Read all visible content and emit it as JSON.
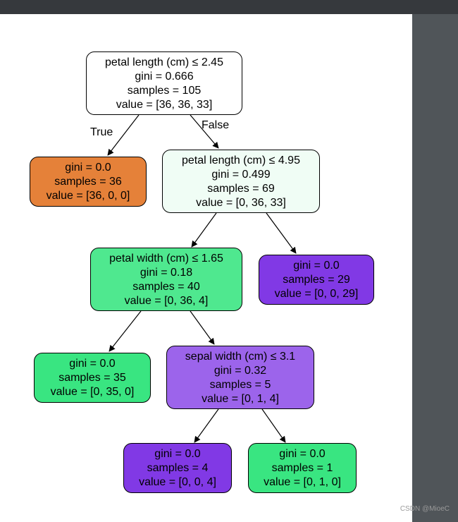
{
  "theme": {
    "orange": "#e58139",
    "green": "#39e581",
    "green_light": "#4fe88f",
    "purple": "#8139e5",
    "purple_light": "#9c64eb",
    "white": "#ffffff",
    "green_pale": "#f0fdf5"
  },
  "tree": {
    "root": {
      "condition": "petal length (cm) ≤ 2.45",
      "gini": "gini = 0.666",
      "samples": "samples = 105",
      "value": "value = [36, 36, 33]"
    },
    "edge_true": "True",
    "edge_false": "False",
    "left_leaf": {
      "gini": "gini = 0.0",
      "samples": "samples = 36",
      "value": "value = [36, 0, 0]"
    },
    "node_2": {
      "condition": "petal length (cm) ≤ 4.95",
      "gini": "gini = 0.499",
      "samples": "samples = 69",
      "value": "value = [0, 36, 33]"
    },
    "node_3": {
      "condition": "petal width (cm) ≤ 1.65",
      "gini": "gini = 0.18",
      "samples": "samples = 40",
      "value": "value = [0, 36, 4]"
    },
    "leaf_4": {
      "gini": "gini = 0.0",
      "samples": "samples = 29",
      "value": "value = [0, 0, 29]"
    },
    "leaf_5": {
      "gini": "gini = 0.0",
      "samples": "samples = 35",
      "value": "value = [0, 35, 0]"
    },
    "node_6": {
      "condition": "sepal width (cm) ≤ 3.1",
      "gini": "gini = 0.32",
      "samples": "samples = 5",
      "value": "value = [0, 1, 4]"
    },
    "leaf_7": {
      "gini": "gini = 0.0",
      "samples": "samples = 4",
      "value": "value = [0, 0, 4]"
    },
    "leaf_8": {
      "gini": "gini = 0.0",
      "samples": "samples = 1",
      "value": "value = [0, 1, 0]"
    }
  },
  "watermark": "CSDN @MioeC"
}
